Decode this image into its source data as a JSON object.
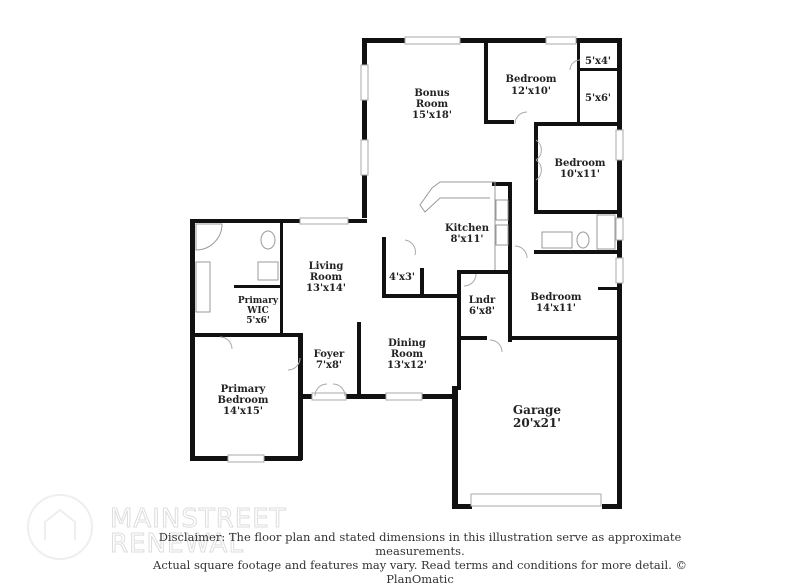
{
  "rooms": {
    "bonus": {
      "name": "Bonus",
      "name2": "Room",
      "dim": "15'x18'"
    },
    "bedroom1": {
      "name": "Bedroom",
      "dim": "12'x10'"
    },
    "closet1": {
      "dim": "5'x4'"
    },
    "closet2": {
      "dim": "5'x6'"
    },
    "bedroom2": {
      "name": "Bedroom",
      "dim": "10'x11'"
    },
    "kitchen": {
      "name": "Kitchen",
      "dim": "8'x11'"
    },
    "pantry": {
      "dim": "4'x3'"
    },
    "living": {
      "name": "Living",
      "name2": "Room",
      "dim": "13'x14'"
    },
    "primary_wic": {
      "name": "Primary",
      "name2": "WIC",
      "dim": "5'x6'"
    },
    "foyer": {
      "name": "Foyer",
      "dim": "7'x8'"
    },
    "dining": {
      "name": "Dining",
      "name2": "Room",
      "dim": "13'x12'"
    },
    "laundry": {
      "name": "Lndr",
      "dim": "6'x8'"
    },
    "bedroom3": {
      "name": "Bedroom",
      "dim": "14'x11'"
    },
    "primary_bed": {
      "name": "Primary",
      "name2": "Bedroom",
      "dim": "14'x15'"
    },
    "garage": {
      "name": "Garage",
      "dim": "20'x21'"
    }
  },
  "watermark": {
    "line1": "MAINSTREET",
    "line2": "RENEWAL"
  },
  "disclaimer": {
    "line1": "Disclaimer: The floor plan and stated dimensions in this illustration serve as approximate measurements.",
    "line2": "Actual square footage and features may vary. Read terms and conditions for more detail. © PlanOmatic"
  }
}
